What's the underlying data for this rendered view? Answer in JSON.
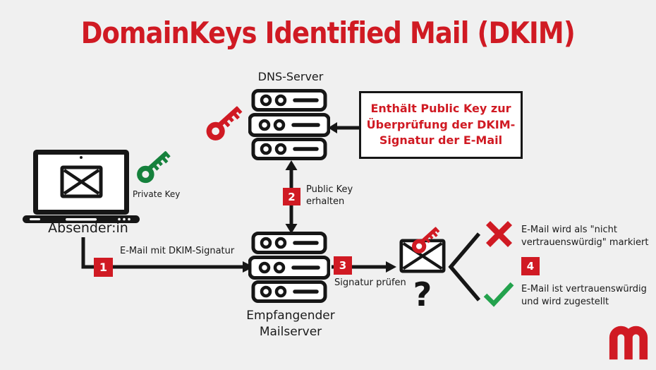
{
  "title": "DomainKeys Identified Mail (DKIM)",
  "colors": {
    "background": "#f0f0f0",
    "red": "#d01a23",
    "green_key": "#15813c",
    "green_check": "#23a24d",
    "line": "#161616"
  },
  "dns_server": {
    "label": "DNS-Server"
  },
  "info_box": {
    "lines": [
      "Enthält Public Key zur",
      "Überprüfung der DKIM-",
      "Signatur der E-Mail"
    ]
  },
  "sender": {
    "label": "Absender:in",
    "key_label": "Private Key"
  },
  "mail_server": {
    "lines": [
      "Empfangender",
      "Mailserver"
    ]
  },
  "steps": [
    {
      "number": "1",
      "label": "E-Mail mit DKIM-Signatur"
    },
    {
      "number": "2",
      "label_lines": [
        "Public Key",
        "erhalten"
      ]
    },
    {
      "number": "3",
      "label": "Signatur prüfen"
    },
    {
      "number": "4"
    }
  ],
  "verification": {
    "question_mark": "?",
    "reject_lines": [
      "E-Mail wird als \"nicht",
      "vertrauenswürdig\" markiert"
    ],
    "accept_lines": [
      "E-Mail ist vertrauenswürdig",
      "und wird zugestellt"
    ]
  },
  "logo": {
    "letter": "m"
  }
}
